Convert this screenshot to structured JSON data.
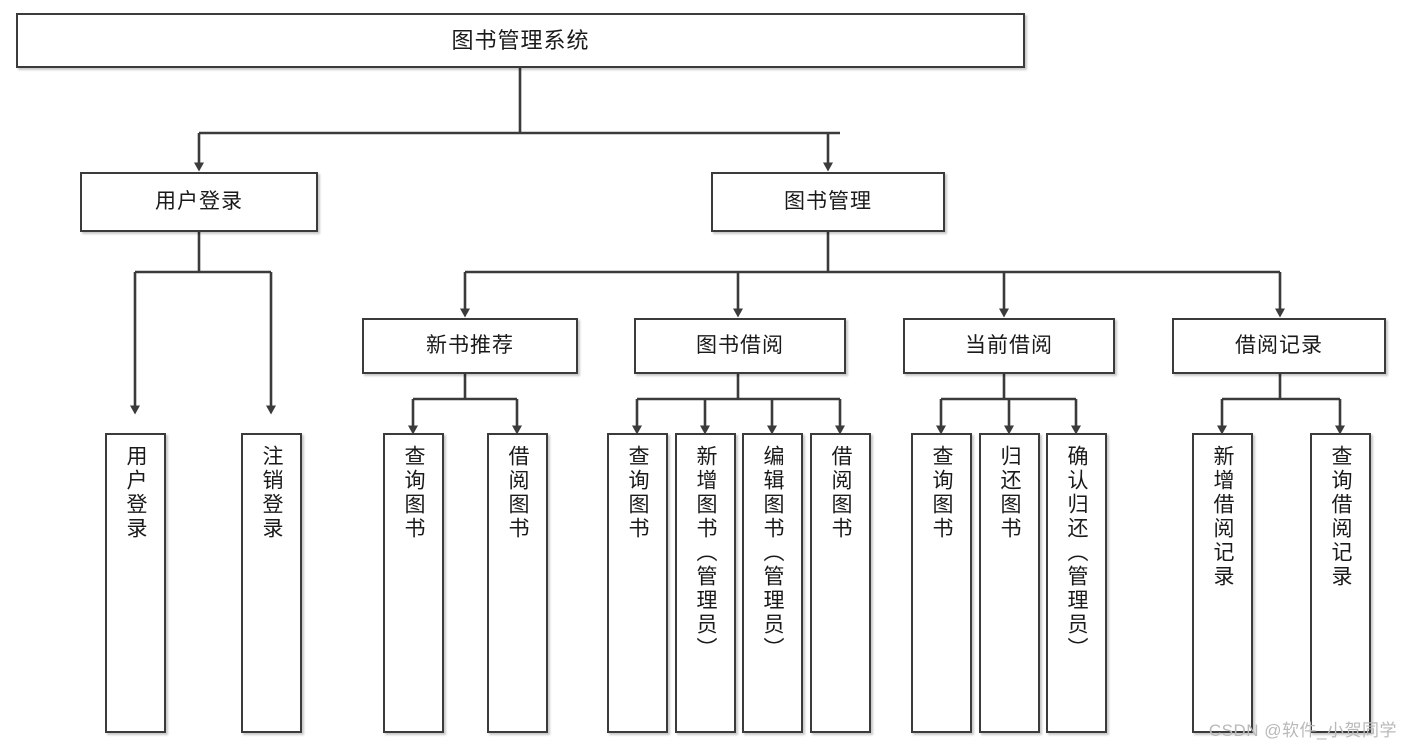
{
  "diagram": {
    "title": "图书管理系统",
    "type": "tree",
    "watermark": "CSDN @软件_小贺同学",
    "colors": {
      "box_border": "#3b3b3b",
      "box_fill": "#ffffff",
      "connector": "#3b3b3b",
      "text": "#1a1a1a",
      "watermark": "#b9b9b9",
      "background": "#ffffff"
    },
    "levels": {
      "root": {
        "label": "图书管理系统"
      },
      "level2": [
        {
          "label": "用户登录"
        },
        {
          "label": "图书管理"
        }
      ],
      "level3": [
        {
          "label": "新书推荐"
        },
        {
          "label": "图书借阅"
        },
        {
          "label": "当前借阅"
        },
        {
          "label": "借阅记录"
        }
      ],
      "leaves": [
        {
          "label": "用户登录",
          "parent": "用户登录"
        },
        {
          "label": "注销登录",
          "parent": "用户登录"
        },
        {
          "label": "查询图书",
          "parent": "新书推荐"
        },
        {
          "label": "借阅图书",
          "parent": "新书推荐"
        },
        {
          "label": "查询图书",
          "parent": "图书借阅"
        },
        {
          "label": "新增图书（管理员）",
          "parent": "图书借阅"
        },
        {
          "label": "编辑图书（管理员）",
          "parent": "图书借阅"
        },
        {
          "label": "借阅图书",
          "parent": "图书借阅"
        },
        {
          "label": "查询图书",
          "parent": "当前借阅"
        },
        {
          "label": "归还图书",
          "parent": "当前借阅"
        },
        {
          "label": "确认归还（管理员）",
          "parent": "当前借阅"
        },
        {
          "label": "新增借阅记录",
          "parent": "借阅记录"
        },
        {
          "label": "查询借阅记录",
          "parent": "借阅记录"
        }
      ]
    }
  }
}
